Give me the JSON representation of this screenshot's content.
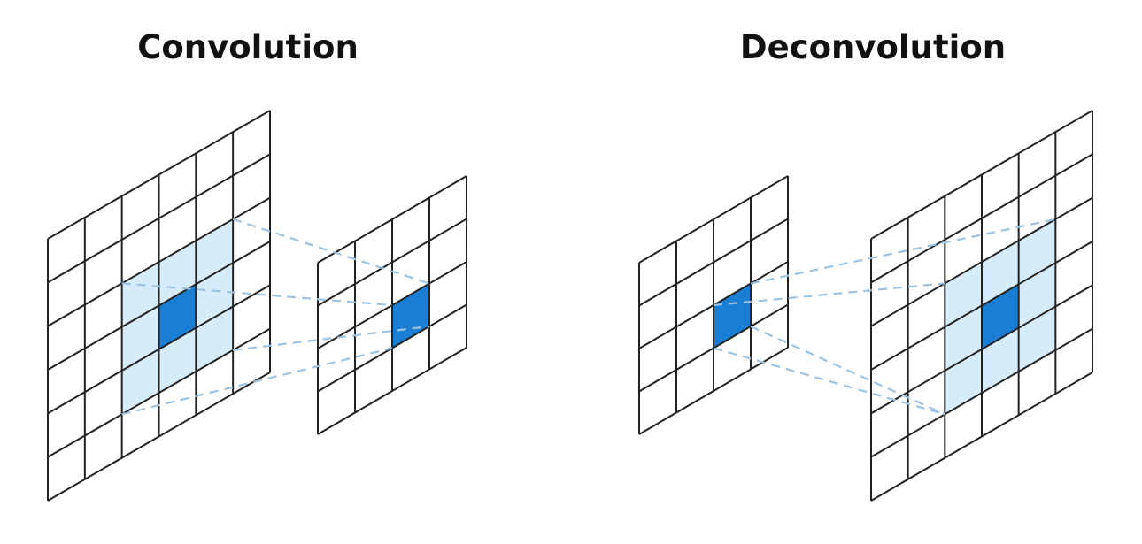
{
  "titles": {
    "convolution": "Convolution",
    "deconvolution": "Deconvolution"
  },
  "colors": {
    "background": "#ffffff",
    "grid_line": "#222222",
    "receptive_field": "#d6ecfb",
    "active_cell": "#1a7fd4",
    "connector": "#9cc3e2"
  },
  "panels": {
    "convolution": {
      "input_grid": "6x6",
      "output_grid": "4x4",
      "highlight": "3x3 region to 1 cell"
    },
    "deconvolution": {
      "input_grid": "4x4",
      "output_grid": "6x6",
      "highlight": "1 cell to 3x3 region"
    }
  }
}
